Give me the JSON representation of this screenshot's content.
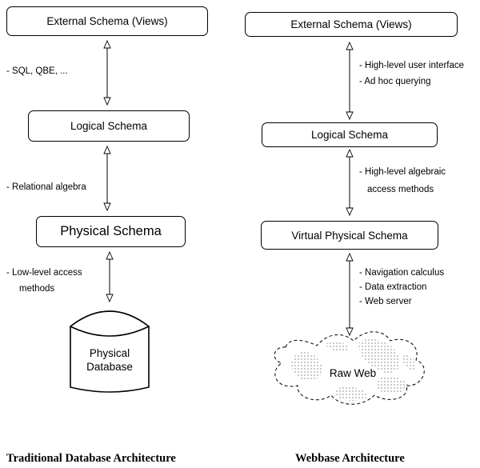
{
  "traditional": {
    "external_schema": "External Schema (Views)",
    "logical_schema": "Logical Schema",
    "physical_schema": "Physical Schema",
    "note_1": "- SQL, QBE, ...",
    "note_2": "- Relational algebra",
    "note_3_line1": "- Low-level access",
    "note_3_line2": "methods",
    "database_line1": "Physical",
    "database_line2": "Database",
    "caption": "Traditional Database Architecture"
  },
  "webbase": {
    "external_schema": "External Schema (Views)",
    "logical_schema": "Logical Schema",
    "physical_schema": "Virtual Physical Schema",
    "note_1_line1": "- High-level user interface",
    "note_1_line2": "- Ad hoc querying",
    "note_2_line1": "- High-level algebraic",
    "note_2_line2": "access methods",
    "note_3_line1": "- Navigation calculus",
    "note_3_line2": "- Data extraction",
    "note_3_line3": "- Web server",
    "raw_web": "Raw Web",
    "caption": "Webbase Architecture"
  }
}
